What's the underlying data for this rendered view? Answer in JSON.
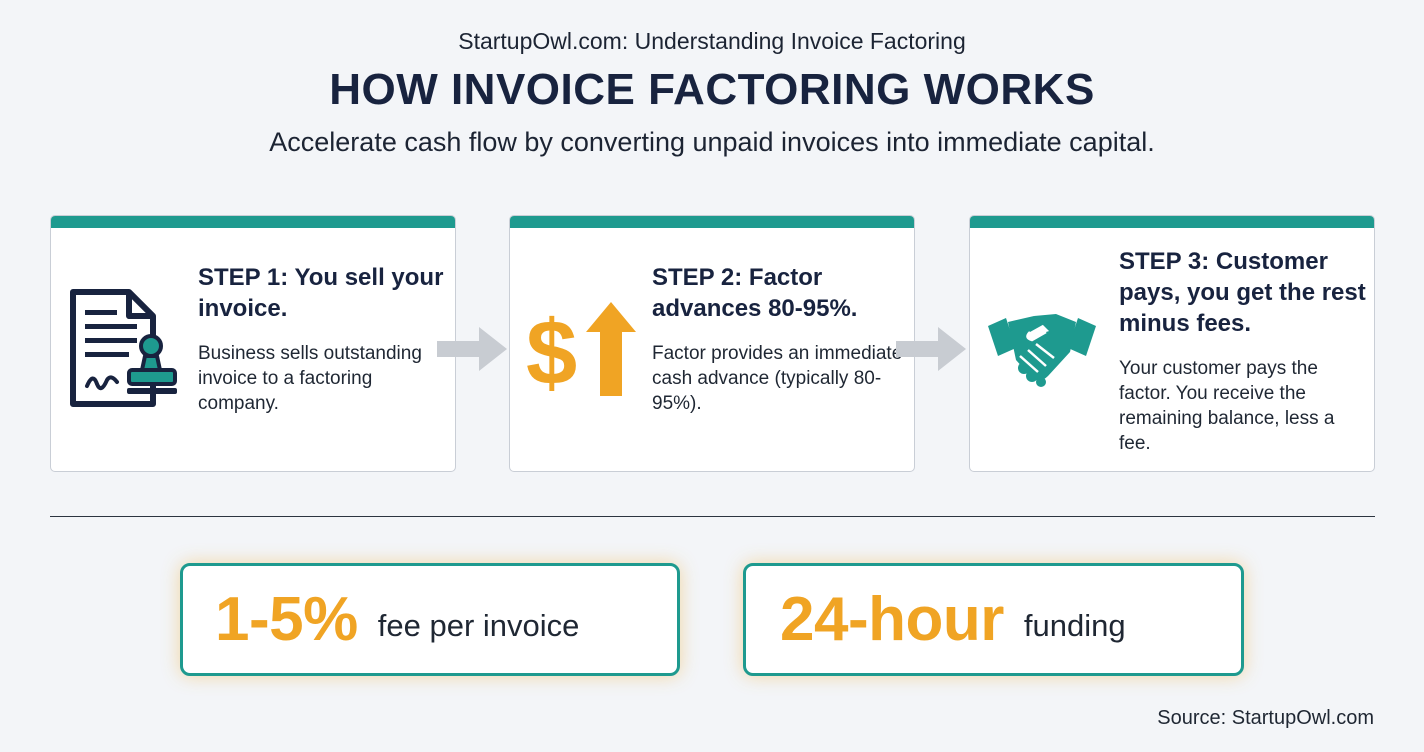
{
  "header": {
    "site_title": "StartupOwl.com: Understanding Invoice Factoring",
    "main_title": "HOW INVOICE FACTORING WORKS",
    "subtitle": "Accelerate cash flow by converting unpaid invoices into immediate capital."
  },
  "steps": [
    {
      "title": "STEP 1: You sell your invoice.",
      "description": "Business sells outstanding invoice to a factoring company.",
      "icon": "invoice-stamp-icon"
    },
    {
      "title": "STEP 2: Factor advances 80-95%.",
      "description": "Factor provides an immediate cash advance (typically 80-95%).",
      "icon": "dollar-up-arrow-icon"
    },
    {
      "title": "STEP 3: Customer pays, you get the rest minus fees.",
      "description": "Your customer pays the factor. You receive the remaining balance, less a fee.",
      "icon": "handshake-icon"
    }
  ],
  "stats": [
    {
      "value": "1-5%",
      "label": "fee per invoice"
    },
    {
      "value": "24-hour",
      "label": "funding"
    }
  ],
  "footer": {
    "source": "Source: StartupOwl.com"
  },
  "colors": {
    "accent_teal": "#1e9a8f",
    "accent_orange": "#f0a424",
    "navy": "#18233f",
    "arrow_gray": "#c8ccd2"
  }
}
